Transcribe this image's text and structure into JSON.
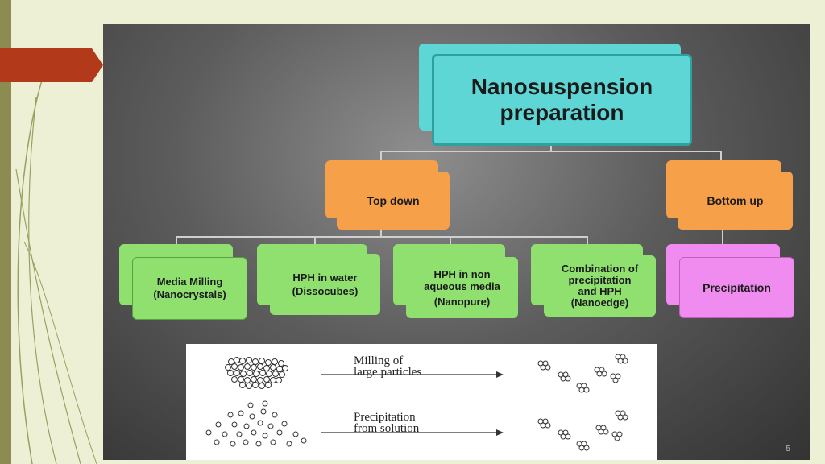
{
  "diagram": {
    "root": {
      "line1": "Nanosuspension",
      "line2": "preparation",
      "color": "#5fd6d6"
    },
    "branches": [
      {
        "label": "Top down",
        "color": "#f6a04a"
      },
      {
        "label": "Bottom up",
        "color": "#f6a04a"
      }
    ],
    "methods": [
      {
        "line1": "Media Milling",
        "line2": "(Nanocrystals)",
        "color": "#90e070"
      },
      {
        "line1": "HPH  in water",
        "line2": "(Dissocubes)",
        "color": "#90e070"
      },
      {
        "line1": "HPH in non",
        "line2": "aqueous media",
        "line3": "(Nanopure)",
        "color": "#90e070"
      },
      {
        "line1": "Combination of",
        "line2": "precipitation",
        "line3": "and HPH",
        "line4": "(Nanoedge)",
        "color": "#90e070"
      },
      {
        "line1": "Precipitation",
        "color": "#f08cf0"
      }
    ],
    "process_labels": [
      {
        "line1": "Milling of",
        "line2": "large particles"
      },
      {
        "line1": "Precipitation",
        "line2": "from solution"
      }
    ]
  },
  "slide": {
    "number": "5",
    "accent": "#b23a1a"
  }
}
